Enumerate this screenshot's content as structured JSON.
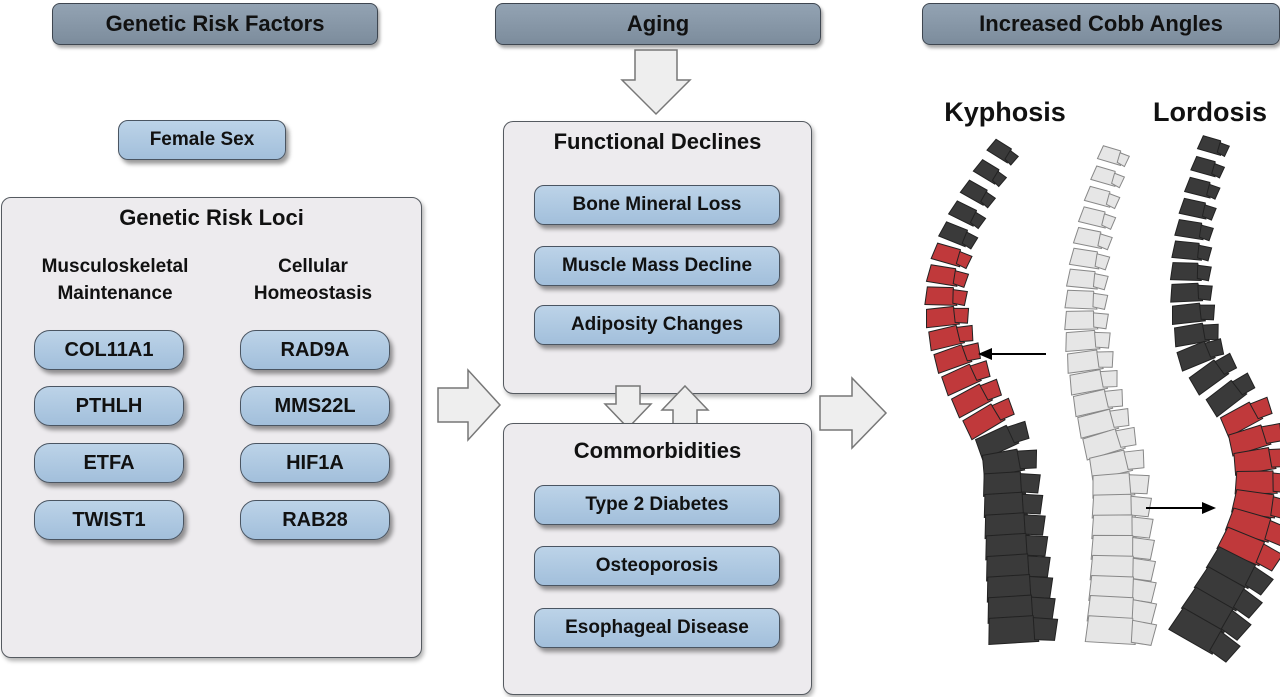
{
  "headers": {
    "genetic": "Genetic Risk Factors",
    "aging": "Aging",
    "cobb": "Increased Cobb Angles"
  },
  "genetic": {
    "female_sex": "Female Sex",
    "loci_title": "Genetic Risk Loci",
    "col1_title": "Musculoskeletal Maintenance",
    "col2_title": "Cellular Homeostasis",
    "col1": [
      "COL11A1",
      "PTHLH",
      "ETFA",
      "TWIST1"
    ],
    "col2": [
      "RAD9A",
      "MMS22L",
      "HIF1A",
      "RAB28"
    ]
  },
  "functional": {
    "title": "Functional Declines",
    "items": [
      "Bone Mineral Loss",
      "Muscle Mass Decline",
      "Adiposity Changes"
    ]
  },
  "comorbid": {
    "title": "Commorbidities",
    "items": [
      "Type 2 Diabetes",
      "Osteoporosis",
      "Esophageal Disease"
    ]
  },
  "spines": {
    "kyphosis": "Kyphosis",
    "lordosis": "Lordosis"
  },
  "colors": {
    "header_fill": "#8595a5",
    "pill_fill": "#aec9e2",
    "panel_fill": "#edebee",
    "vertebra_dark": "#3a3a3a",
    "vertebra_red": "#c0393b",
    "vertebra_light": "#e6e6e6"
  }
}
